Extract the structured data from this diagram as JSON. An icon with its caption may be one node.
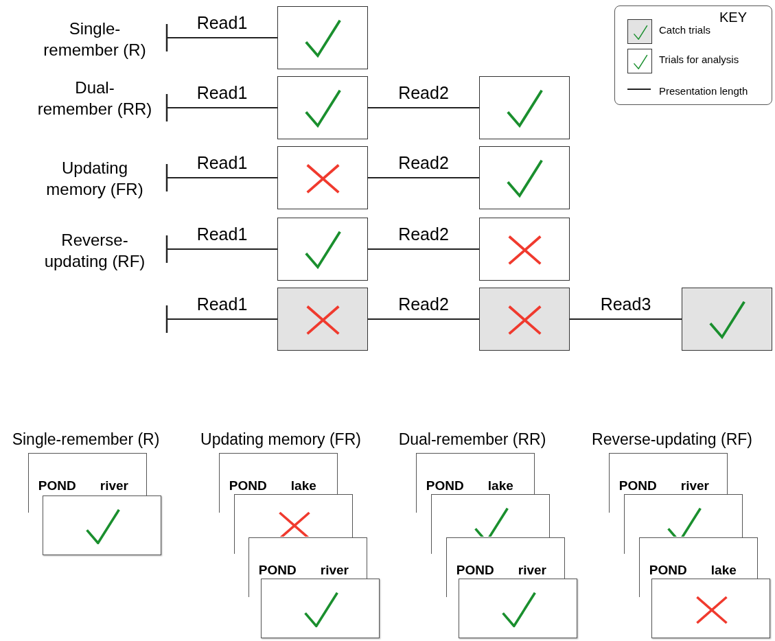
{
  "diagram": {
    "nodes": [
      {
        "text": [],
        "shape": "box"
      },
      {
        "text": [],
        "shape": "box"
      },
      {
        "text": [],
        "shape": "box"
      },
      {
        "text": [],
        "shape": "box"
      },
      {
        "text": [],
        "shape": "box"
      },
      {
        "text": [],
        "shape": "box"
      },
      {
        "text": [],
        "shape": "box"
      },
      {
        "text": [],
        "shape": "box"
      },
      {
        "text": [],
        "shape": "box"
      },
      {
        "text": [],
        "shape": "box"
      },
      {
        "text": [
          "POND",
          "river"
        ]
      },
      {
        "text": [],
        "shape": "box"
      },
      {
        "text": [
          "POND",
          "lake"
        ]
      },
      {
        "text": [],
        "shape": "box"
      },
      {
        "text": [
          "POND",
          "river"
        ]
      },
      {
        "text": [],
        "shape": "box"
      },
      {
        "text": [
          "POND",
          "lake"
        ]
      },
      {
        "text": [],
        "shape": "box"
      },
      {
        "text": [
          "POND",
          "river"
        ]
      },
      {
        "text": [],
        "shape": "box"
      },
      {
        "text": [
          "POND",
          "river"
        ]
      },
      {
        "text": [],
        "shape": "box"
      },
      {
        "text": [
          "POND",
          "lake"
        ]
      },
      {
        "text": [],
        "shape": "box"
      }
    ],
    "edges": [
      {
        "from": null,
        "to": 0,
        "arrow": "other",
        "label": "Read1"
      },
      {
        "from": null,
        "to": 1,
        "arrow": "other",
        "label": "Read1"
      },
      {
        "from": 1,
        "to": 2,
        "arrow": "none",
        "label": "Read2"
      },
      {
        "from": null,
        "to": 3,
        "arrow": "other",
        "label": "Read1"
      },
      {
        "from": 3,
        "to": 4,
        "arrow": "none",
        "label": "Read2"
      },
      {
        "from": null,
        "to": 5,
        "arrow": "other",
        "label": "Read1"
      },
      {
        "from": 5,
        "to": 6,
        "arrow": "none",
        "label": "Read2"
      },
      {
        "from": null,
        "to": 7,
        "arrow": "other",
        "label": "Read1"
      },
      {
        "from": 7,
        "to": 8,
        "arrow": "none",
        "label": "Read2"
      },
      {
        "from": 8,
        "to": 9,
        "arrow": "none",
        "label": "Read3"
      }
    ],
    "labels": [
      "KEY",
      "Single- remember (R)",
      "Dual- remember (RR)",
      "Updating memory (FR)",
      "Reverse- updating (RF)",
      "Single-remember (R)",
      "Updating memory (FR)",
      "Dual-remember (RR)",
      "Reverse-updating (RF)"
    ],
    "legend": [
      {
        "text": "Catch trials"
      },
      {
        "text": "Trials for analysis"
      },
      {
        "text": "Presentation length"
      }
    ]
  }
}
